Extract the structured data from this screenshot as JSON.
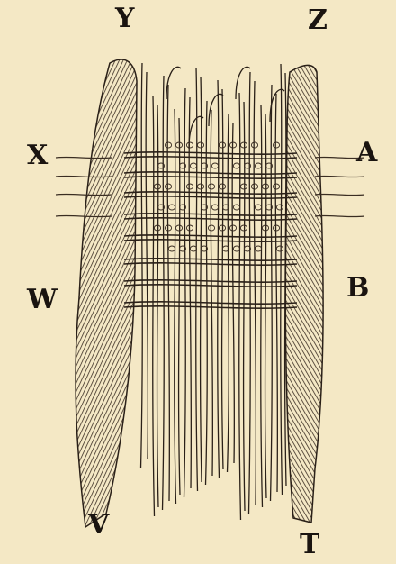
{
  "figure": {
    "labels": {
      "y": "Y",
      "z": "Z",
      "x": "X",
      "a": "A",
      "w": "W",
      "b": "B",
      "v": "V",
      "t": "T"
    },
    "colors": {
      "paper": "#f4e8c5",
      "ink": "#1f1812",
      "hatch": "#3a2d22"
    }
  }
}
